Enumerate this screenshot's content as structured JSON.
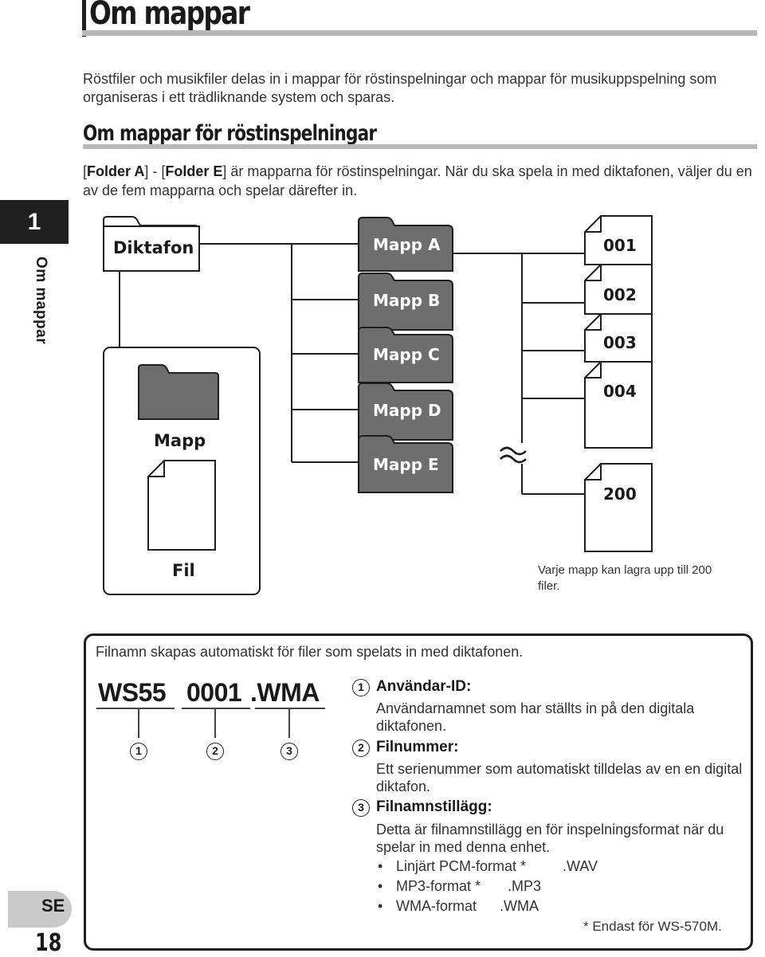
{
  "header": {
    "title": "Om mappar",
    "intro": "Röstfiler och musikfiler delas in i mappar för röstinspelningar och mappar för musikuppspelning som organiseras i ett trädliknande system och sparas."
  },
  "section": {
    "title": "Om mappar för röstinspelningar",
    "para_part1": "[",
    "para_folder_a": "Folder A",
    "para_part2": "] - [",
    "para_folder_e": "Folder E",
    "para_part3": "] är mapparna för röstinspelningar. När du ska spela in med diktafonen, väljer du en av de fem mapparna och spelar därefter in."
  },
  "side_tab": {
    "chapter": "1",
    "label": "Om mappar"
  },
  "footer": {
    "lang": "SE",
    "page": "18"
  },
  "diagram": {
    "root": "Diktafon",
    "legend_folder": "Mapp",
    "legend_file": "Fil",
    "folders": [
      "Mapp A",
      "Mapp B",
      "Mapp C",
      "Mapp D",
      "Mapp E"
    ],
    "files": [
      "001",
      "002",
      "003",
      "004",
      "200"
    ],
    "note": "Varje mapp kan lagra upp till 200 filer."
  },
  "filename_box": {
    "intro": "Filnamn skapas automatiskt för filer som spelats in med diktafonen.",
    "parts": [
      "WS55",
      "0001",
      ".WMA"
    ],
    "markers": [
      "1",
      "2",
      "3"
    ],
    "items": [
      {
        "num": "1",
        "head": "Användar-ID:",
        "desc": "Användarnamnet som har ställts in på den digitala diktafonen."
      },
      {
        "num": "2",
        "head": "Filnummer:",
        "desc": "Ett serienummer som automatiskt tilldelas av en en digital diktafon."
      },
      {
        "num": "3",
        "head": "Filnamnstillägg:",
        "desc": "Detta är filnamnstillägg en för inspelningsformat när du spelar in med denna enhet."
      }
    ],
    "formats": [
      {
        "name": "Linjärt PCM-format *",
        "ext": ".WAV"
      },
      {
        "name": "MP3-format *",
        "ext": ".MP3"
      },
      {
        "name": "WMA-format",
        "ext": ".WMA"
      }
    ],
    "footnote": "* Endast för WS-570M."
  }
}
